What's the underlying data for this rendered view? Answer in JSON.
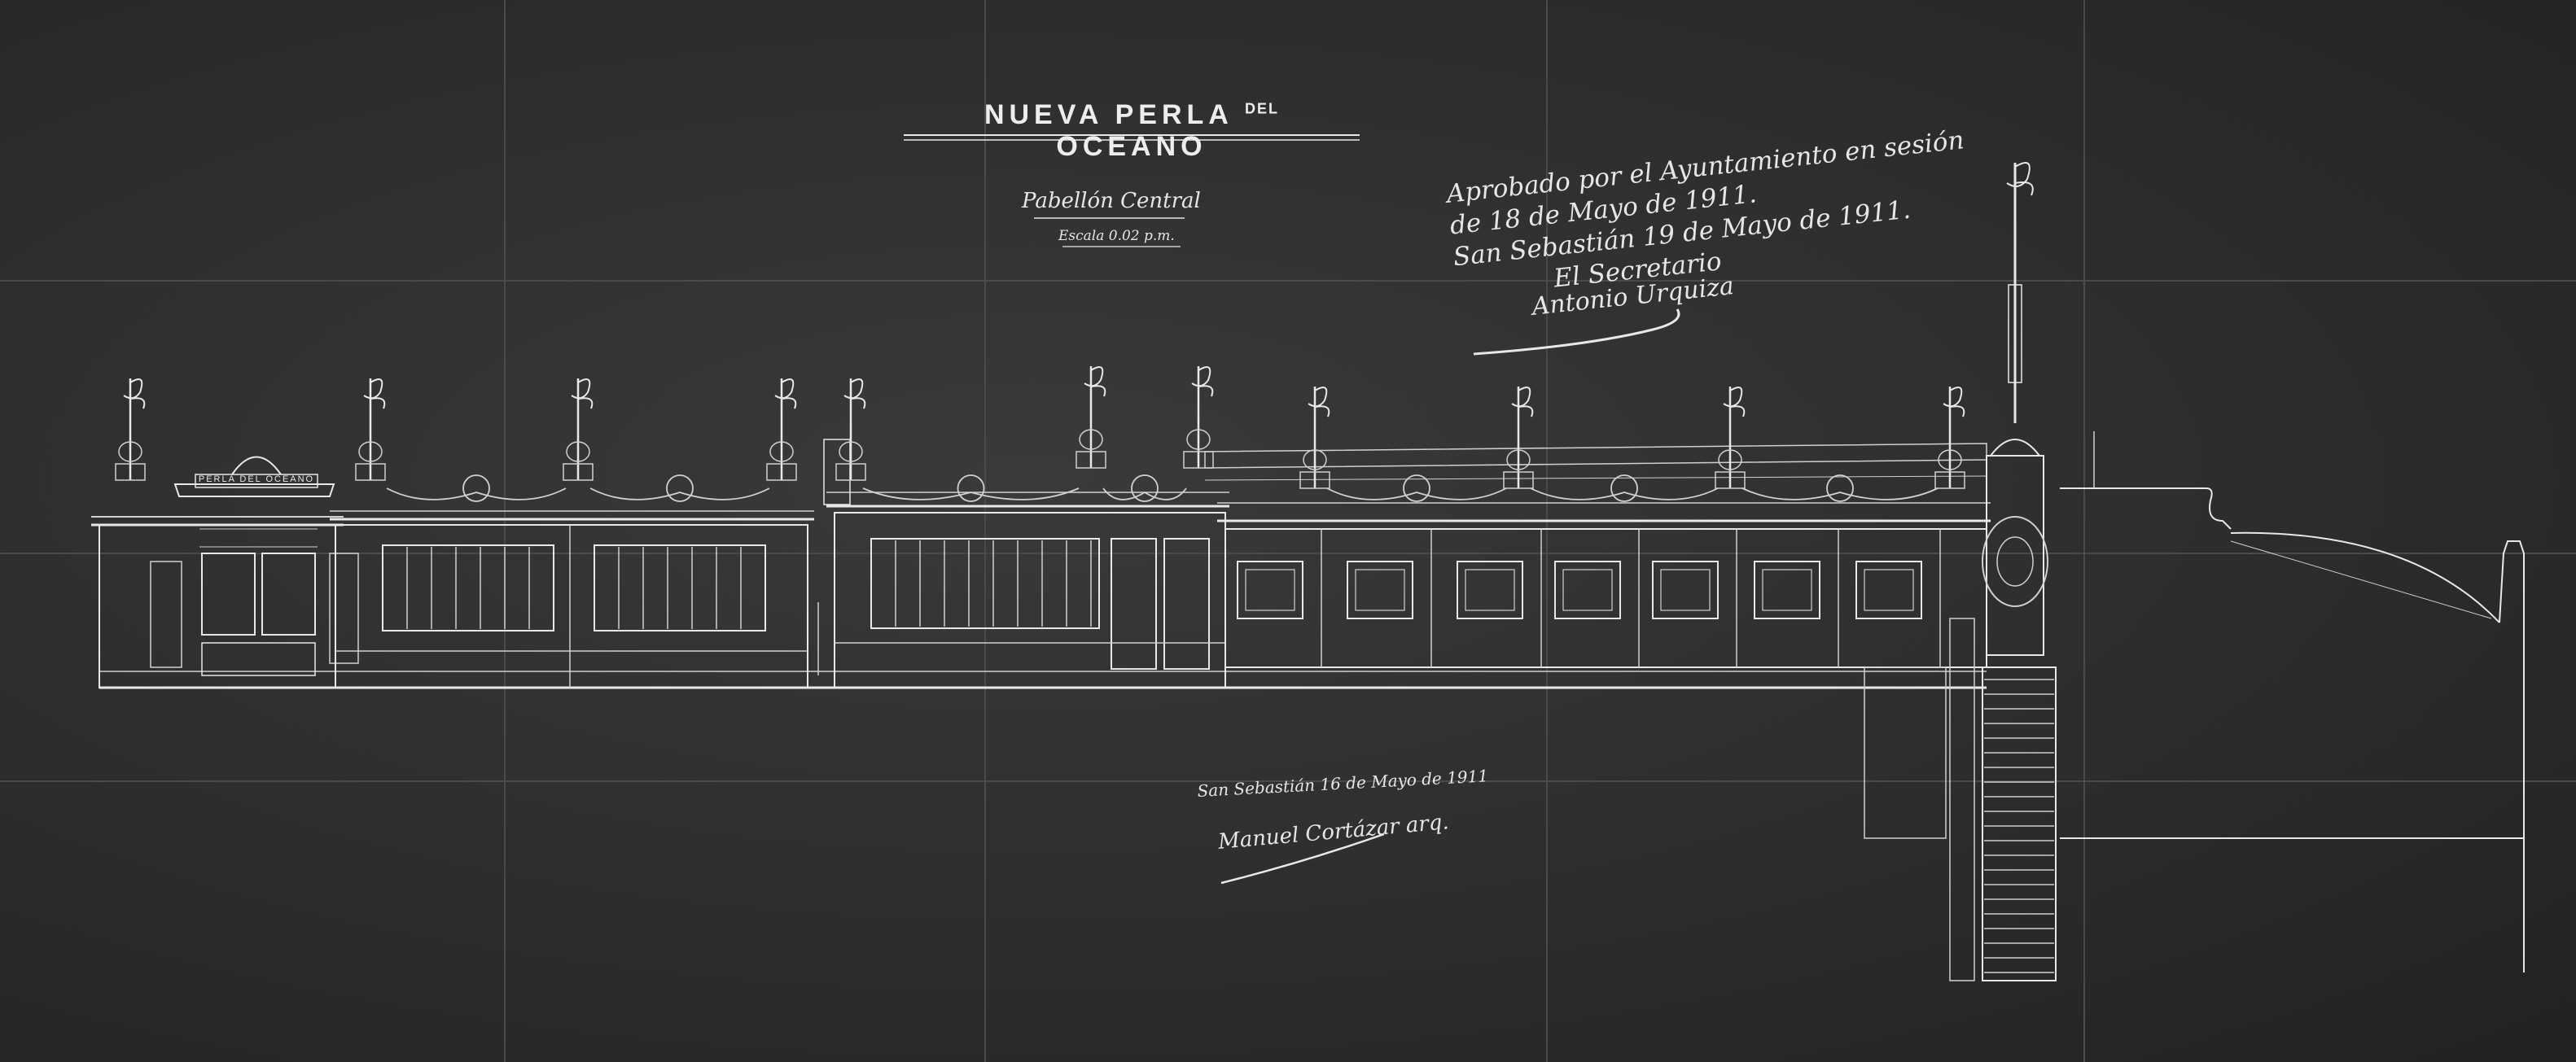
{
  "drawing": {
    "title_main": "NUEVA PERLA",
    "title_small": "DEL",
    "title_end": "OCEANO",
    "subtitle": "Pabellón Central",
    "scale": "Escala 0.02 p.m.",
    "plaque": "PERLA DEL OCEANO",
    "approval_line1": "Aprobado por el Ayuntamiento en sesión",
    "approval_line2": "de 18 de Mayo de 1911.",
    "approval_line3": "San Sebastián 19 de Mayo de 1911.",
    "approval_line4": "El Secretario",
    "approval_signature": "Antonio Urquiza",
    "place_date": "San Sebastián 16 de Mayo de 1911",
    "architect_signature": "Manuel Cortázar arq."
  },
  "colors": {
    "paper": "#2d2d2d",
    "ink": "#e8e8e8"
  }
}
